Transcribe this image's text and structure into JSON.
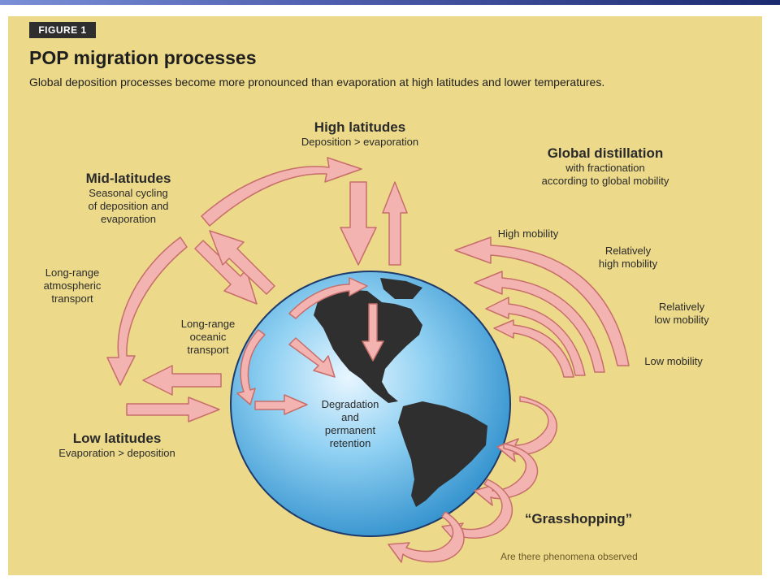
{
  "figure_label": "FIGURE 1",
  "title": "POP migration processes",
  "subtitle": "Global deposition processes become more pronounced than evaporation at high latitudes and lower temperatures.",
  "high_latitudes": {
    "title": "High latitudes",
    "desc": "Deposition > evaporation"
  },
  "mid_latitudes": {
    "title": "Mid-latitudes",
    "desc_lines": [
      "Seasonal cycling",
      "of deposition and",
      "evaporation"
    ]
  },
  "low_latitudes": {
    "title": "Low latitudes",
    "desc": "Evaporation > deposition"
  },
  "global_distillation": {
    "title": "Global distillation",
    "desc_lines": [
      "with fractionation",
      "according to global mobility"
    ]
  },
  "atmospheric_transport": [
    "Long-range",
    "atmospheric",
    "transport"
  ],
  "oceanic_transport": [
    "Long-range",
    "oceanic",
    "transport"
  ],
  "degradation": [
    "Degradation",
    "and",
    "permanent",
    "retention"
  ],
  "mobility": {
    "high": "High mobility",
    "rel_high": [
      "Relatively",
      "high mobility"
    ],
    "rel_low": [
      "Relatively",
      "low mobility"
    ],
    "low": "Low mobility"
  },
  "grasshopping": "“Grasshopping”",
  "bottom_strip": "Are there phenomena observed",
  "colors": {
    "panel": "#ecd98a",
    "arrow_fill": "#f3b3b0",
    "arrow_stroke": "#c66e6a",
    "ocean": "#4aa8dc",
    "land": "#2f2f2f"
  }
}
